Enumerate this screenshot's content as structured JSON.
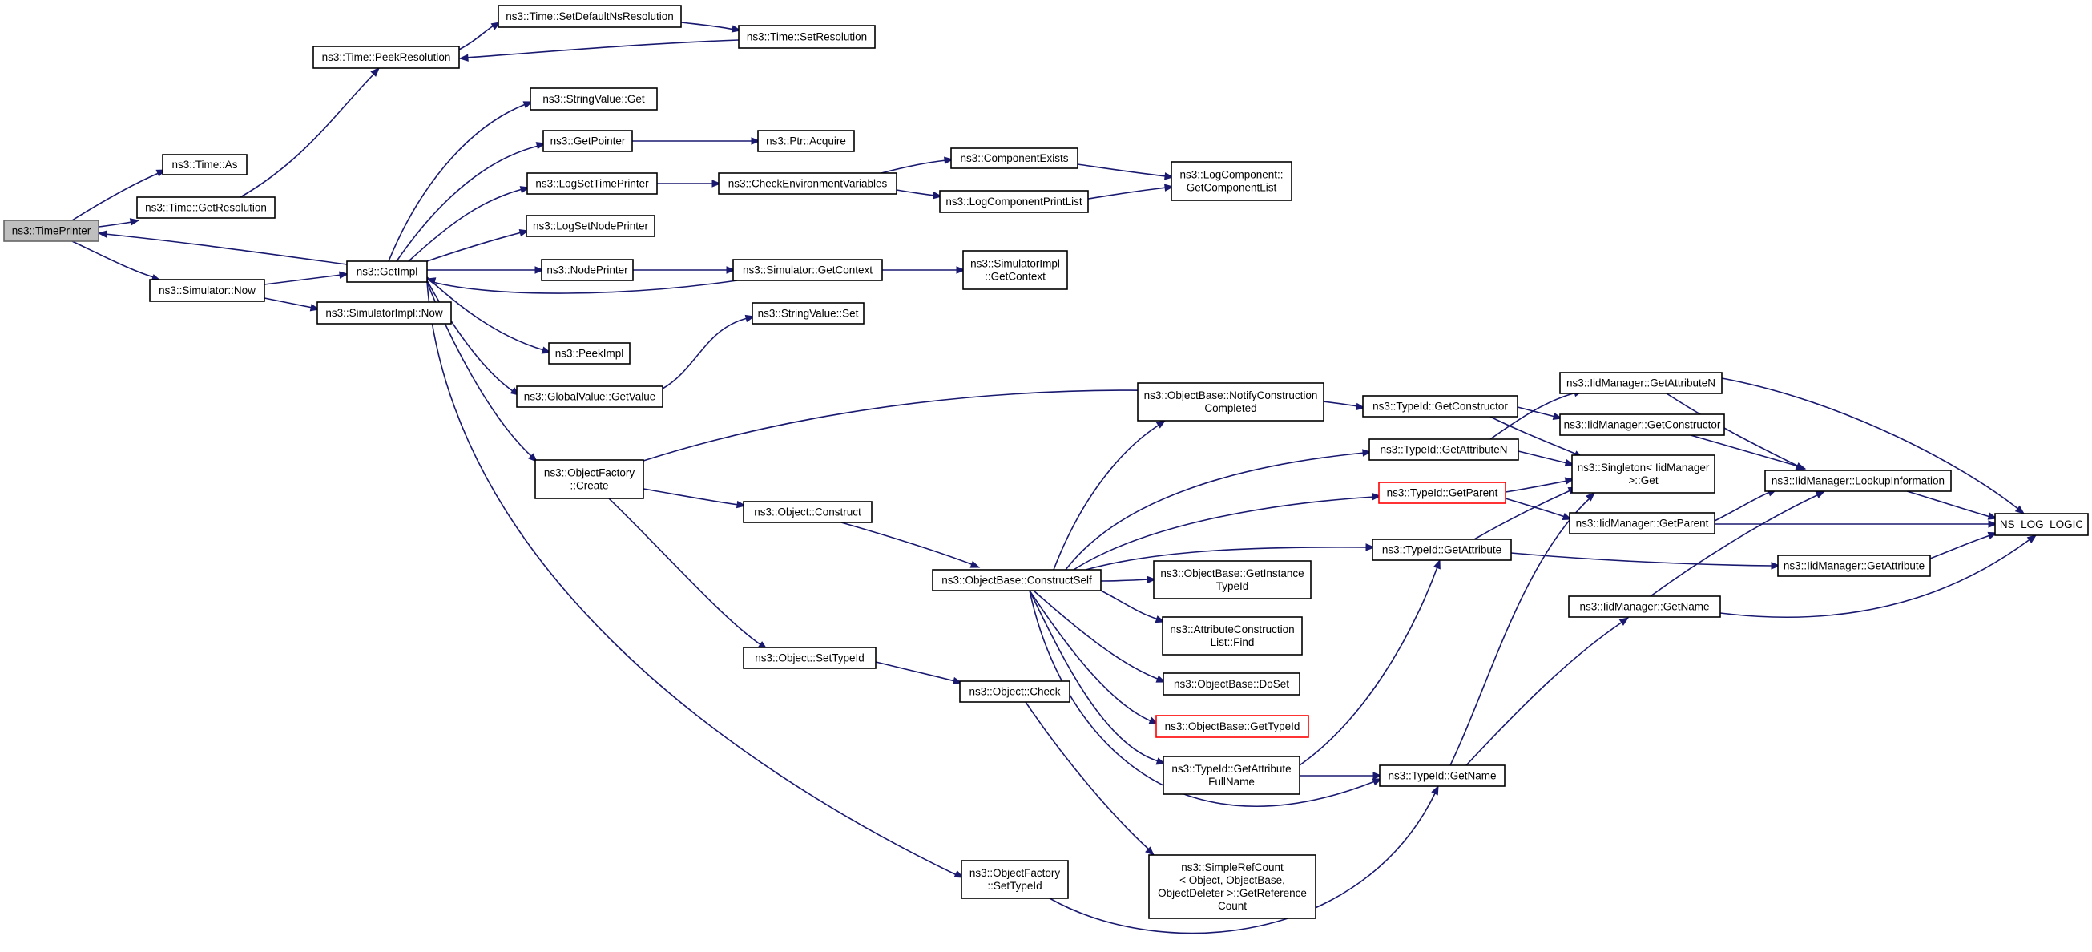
{
  "diagram": {
    "type": "call-graph",
    "colors": {
      "edge": "#191970",
      "node_border": "#000000",
      "node_fill": "#ffffff",
      "root_fill": "#bfbfbf",
      "highlight_border": "#ff0000"
    },
    "nodes": [
      {
        "id": "TimePrinter",
        "lines": [
          "ns3::TimePrinter"
        ],
        "style": "root"
      },
      {
        "id": "TimeAs",
        "lines": [
          "ns3::Time::As"
        ]
      },
      {
        "id": "TimeGetResolution",
        "lines": [
          "ns3::Time::GetResolution"
        ]
      },
      {
        "id": "SimulatorNow",
        "lines": [
          "ns3::Simulator::Now"
        ]
      },
      {
        "id": "TimePeekResolution",
        "lines": [
          "ns3::Time::PeekResolution"
        ]
      },
      {
        "id": "TimeSetDefaultNsResolution",
        "lines": [
          "ns3::Time::SetDefaultNsResolution"
        ]
      },
      {
        "id": "TimeSetResolution",
        "lines": [
          "ns3::Time::SetResolution"
        ]
      },
      {
        "id": "GetImpl",
        "lines": [
          "ns3::GetImpl"
        ]
      },
      {
        "id": "SimulatorImplNow",
        "lines": [
          "ns3::SimulatorImpl::Now"
        ]
      },
      {
        "id": "StringValueGet",
        "lines": [
          "ns3::StringValue::Get"
        ]
      },
      {
        "id": "GetPointer",
        "lines": [
          "ns3::GetPointer"
        ]
      },
      {
        "id": "PtrAcquire",
        "lines": [
          "ns3::Ptr::Acquire"
        ]
      },
      {
        "id": "LogSetTimePrinter",
        "lines": [
          "ns3::LogSetTimePrinter"
        ]
      },
      {
        "id": "CheckEnvironmentVariables",
        "lines": [
          "ns3::CheckEnvironmentVariables"
        ]
      },
      {
        "id": "ComponentExists",
        "lines": [
          "ns3::ComponentExists"
        ]
      },
      {
        "id": "LogComponentPrintList",
        "lines": [
          "ns3::LogComponentPrintList"
        ]
      },
      {
        "id": "LogComponentGetComponentList",
        "lines": [
          "ns3::LogComponent::",
          "GetComponentList"
        ]
      },
      {
        "id": "LogSetNodePrinter",
        "lines": [
          "ns3::LogSetNodePrinter"
        ]
      },
      {
        "id": "NodePrinter",
        "lines": [
          "ns3::NodePrinter"
        ]
      },
      {
        "id": "SimulatorGetContext",
        "lines": [
          "ns3::Simulator::GetContext"
        ]
      },
      {
        "id": "SimulatorImplGetContext",
        "lines": [
          "ns3::SimulatorImpl",
          "::GetContext"
        ]
      },
      {
        "id": "StringValueSet",
        "lines": [
          "ns3::StringValue::Set"
        ]
      },
      {
        "id": "PeekImpl",
        "lines": [
          "ns3::PeekImpl"
        ]
      },
      {
        "id": "GlobalValueGetValue",
        "lines": [
          "ns3::GlobalValue::GetValue"
        ]
      },
      {
        "id": "ObjectFactoryCreate",
        "lines": [
          "ns3::ObjectFactory",
          "::Create"
        ]
      },
      {
        "id": "ObjectConstruct",
        "lines": [
          "ns3::Object::Construct"
        ]
      },
      {
        "id": "ObjectSetTypeId",
        "lines": [
          "ns3::Object::SetTypeId"
        ]
      },
      {
        "id": "ObjectCheck",
        "lines": [
          "ns3::Object::Check"
        ]
      },
      {
        "id": "ObjectFactorySetTypeId",
        "lines": [
          "ns3::ObjectFactory",
          "::SetTypeId"
        ]
      },
      {
        "id": "ObjectBaseConstructSelf",
        "lines": [
          "ns3::ObjectBase::ConstructSelf"
        ]
      },
      {
        "id": "ObjectBaseNotifyConstructionCompleted",
        "lines": [
          "ns3::ObjectBase::NotifyConstruction",
          "Completed"
        ]
      },
      {
        "id": "ObjectBaseGetInstanceTypeId",
        "lines": [
          "ns3::ObjectBase::GetInstance",
          "TypeId"
        ]
      },
      {
        "id": "AttributeConstructionListFind",
        "lines": [
          "ns3::AttributeConstruction",
          "List::Find"
        ]
      },
      {
        "id": "ObjectBaseDoSet",
        "lines": [
          "ns3::ObjectBase::DoSet"
        ]
      },
      {
        "id": "ObjectBaseGetTypeId",
        "lines": [
          "ns3::ObjectBase::GetTypeId"
        ],
        "style": "red"
      },
      {
        "id": "TypeIdGetAttributeFullName",
        "lines": [
          "ns3::TypeId::GetAttribute",
          "FullName"
        ]
      },
      {
        "id": "SimpleRefCountGetReferenceCount",
        "lines": [
          "ns3::SimpleRefCount",
          "< Object, ObjectBase,",
          "ObjectDeleter >::GetReference",
          "Count"
        ]
      },
      {
        "id": "TypeIdGetConstructor",
        "lines": [
          "ns3::TypeId::GetConstructor"
        ]
      },
      {
        "id": "TypeIdGetAttributeN",
        "lines": [
          "ns3::TypeId::GetAttributeN"
        ]
      },
      {
        "id": "TypeIdGetParent",
        "lines": [
          "ns3::TypeId::GetParent"
        ],
        "style": "red"
      },
      {
        "id": "TypeIdGetAttribute",
        "lines": [
          "ns3::TypeId::GetAttribute"
        ]
      },
      {
        "id": "TypeIdGetName",
        "lines": [
          "ns3::TypeId::GetName"
        ]
      },
      {
        "id": "IidManagerGetAttributeN",
        "lines": [
          "ns3::IidManager::GetAttributeN"
        ]
      },
      {
        "id": "IidManagerGetConstructor",
        "lines": [
          "ns3::IidManager::GetConstructor"
        ]
      },
      {
        "id": "SingletonIidManagerGet",
        "lines": [
          "ns3::Singleton< IidManager",
          ">::Get"
        ]
      },
      {
        "id": "IidManagerGetParent",
        "lines": [
          "ns3::IidManager::GetParent"
        ]
      },
      {
        "id": "IidManagerGetName",
        "lines": [
          "ns3::IidManager::GetName"
        ]
      },
      {
        "id": "IidManagerLookupInformation",
        "lines": [
          "ns3::IidManager::LookupInformation"
        ]
      },
      {
        "id": "IidManagerGetAttribute",
        "lines": [
          "ns3::IidManager::GetAttribute"
        ]
      },
      {
        "id": "NS_LOG_LOGIC",
        "lines": [
          "NS_LOG_LOGIC"
        ]
      }
    ],
    "edges": [
      {
        "from": "TimePrinter",
        "to": "TimeAs"
      },
      {
        "from": "TimePrinter",
        "to": "TimeGetResolution"
      },
      {
        "from": "TimePrinter",
        "to": "SimulatorNow"
      },
      {
        "from": "TimeGetResolution",
        "to": "TimePeekResolution"
      },
      {
        "from": "TimePeekResolution",
        "to": "TimeSetDefaultNsResolution"
      },
      {
        "from": "TimeSetDefaultNsResolution",
        "to": "TimeSetResolution"
      },
      {
        "from": "TimeSetResolution",
        "to": "TimePeekResolution"
      },
      {
        "from": "SimulatorNow",
        "to": "GetImpl"
      },
      {
        "from": "SimulatorNow",
        "to": "SimulatorImplNow"
      },
      {
        "from": "GetImpl",
        "to": "TimePrinter"
      },
      {
        "from": "GetImpl",
        "to": "StringValueGet"
      },
      {
        "from": "GetImpl",
        "to": "GetPointer"
      },
      {
        "from": "GetImpl",
        "to": "LogSetTimePrinter"
      },
      {
        "from": "GetImpl",
        "to": "LogSetNodePrinter"
      },
      {
        "from": "GetImpl",
        "to": "NodePrinter"
      },
      {
        "from": "GetImpl",
        "to": "PeekImpl"
      },
      {
        "from": "GetImpl",
        "to": "GlobalValueGetValue"
      },
      {
        "from": "GetImpl",
        "to": "ObjectFactoryCreate"
      },
      {
        "from": "GetImpl",
        "to": "ObjectFactorySetTypeId"
      },
      {
        "from": "GetPointer",
        "to": "PtrAcquire"
      },
      {
        "from": "LogSetTimePrinter",
        "to": "CheckEnvironmentVariables"
      },
      {
        "from": "CheckEnvironmentVariables",
        "to": "ComponentExists"
      },
      {
        "from": "CheckEnvironmentVariables",
        "to": "LogComponentPrintList"
      },
      {
        "from": "ComponentExists",
        "to": "LogComponentGetComponentList"
      },
      {
        "from": "LogComponentPrintList",
        "to": "LogComponentGetComponentList"
      },
      {
        "from": "NodePrinter",
        "to": "SimulatorGetContext"
      },
      {
        "from": "SimulatorGetContext",
        "to": "GetImpl"
      },
      {
        "from": "SimulatorGetContext",
        "to": "SimulatorImplGetContext"
      },
      {
        "from": "GlobalValueGetValue",
        "to": "StringValueSet"
      },
      {
        "from": "ObjectFactoryCreate",
        "to": "TypeIdGetConstructor"
      },
      {
        "from": "ObjectFactoryCreate",
        "to": "ObjectConstruct"
      },
      {
        "from": "ObjectFactoryCreate",
        "to": "ObjectSetTypeId"
      },
      {
        "from": "ObjectConstruct",
        "to": "ObjectBaseConstructSelf"
      },
      {
        "from": "ObjectSetTypeId",
        "to": "ObjectCheck"
      },
      {
        "from": "ObjectCheck",
        "to": "SimpleRefCountGetReferenceCount"
      },
      {
        "from": "ObjectFactorySetTypeId",
        "to": "TypeIdGetName"
      },
      {
        "from": "ObjectBaseConstructSelf",
        "to": "ObjectBaseNotifyConstructionCompleted"
      },
      {
        "from": "ObjectBaseConstructSelf",
        "to": "TypeIdGetAttributeN"
      },
      {
        "from": "ObjectBaseConstructSelf",
        "to": "TypeIdGetParent"
      },
      {
        "from": "ObjectBaseConstructSelf",
        "to": "TypeIdGetAttribute"
      },
      {
        "from": "ObjectBaseConstructSelf",
        "to": "ObjectBaseGetInstanceTypeId"
      },
      {
        "from": "ObjectBaseConstructSelf",
        "to": "AttributeConstructionListFind"
      },
      {
        "from": "ObjectBaseConstructSelf",
        "to": "ObjectBaseDoSet"
      },
      {
        "from": "ObjectBaseConstructSelf",
        "to": "ObjectBaseGetTypeId"
      },
      {
        "from": "ObjectBaseConstructSelf",
        "to": "TypeIdGetAttributeFullName"
      },
      {
        "from": "ObjectBaseConstructSelf",
        "to": "TypeIdGetName"
      },
      {
        "from": "TypeIdGetAttributeFullName",
        "to": "TypeIdGetAttribute"
      },
      {
        "from": "TypeIdGetAttributeFullName",
        "to": "TypeIdGetName"
      },
      {
        "from": "TypeIdGetConstructor",
        "to": "IidManagerGetConstructor"
      },
      {
        "from": "TypeIdGetConstructor",
        "to": "SingletonIidManagerGet"
      },
      {
        "from": "TypeIdGetAttributeN",
        "to": "IidManagerGetAttributeN"
      },
      {
        "from": "TypeIdGetAttributeN",
        "to": "SingletonIidManagerGet"
      },
      {
        "from": "TypeIdGetParent",
        "to": "SingletonIidManagerGet"
      },
      {
        "from": "TypeIdGetParent",
        "to": "IidManagerGetParent"
      },
      {
        "from": "TypeIdGetAttribute",
        "to": "SingletonIidManagerGet"
      },
      {
        "from": "TypeIdGetAttribute",
        "to": "IidManagerGetAttribute"
      },
      {
        "from": "TypeIdGetName",
        "to": "SingletonIidManagerGet"
      },
      {
        "from": "TypeIdGetName",
        "to": "IidManagerGetName"
      },
      {
        "from": "IidManagerGetAttributeN",
        "to": "IidManagerLookupInformation"
      },
      {
        "from": "IidManagerGetAttributeN",
        "to": "NS_LOG_LOGIC"
      },
      {
        "from": "IidManagerGetConstructor",
        "to": "IidManagerLookupInformation"
      },
      {
        "from": "IidManagerGetParent",
        "to": "IidManagerLookupInformation"
      },
      {
        "from": "IidManagerGetParent",
        "to": "NS_LOG_LOGIC"
      },
      {
        "from": "IidManagerGetName",
        "to": "IidManagerLookupInformation"
      },
      {
        "from": "IidManagerGetName",
        "to": "NS_LOG_LOGIC"
      },
      {
        "from": "IidManagerLookupInformation",
        "to": "NS_LOG_LOGIC"
      },
      {
        "from": "IidManagerGetAttribute",
        "to": "NS_LOG_LOGIC"
      }
    ]
  }
}
